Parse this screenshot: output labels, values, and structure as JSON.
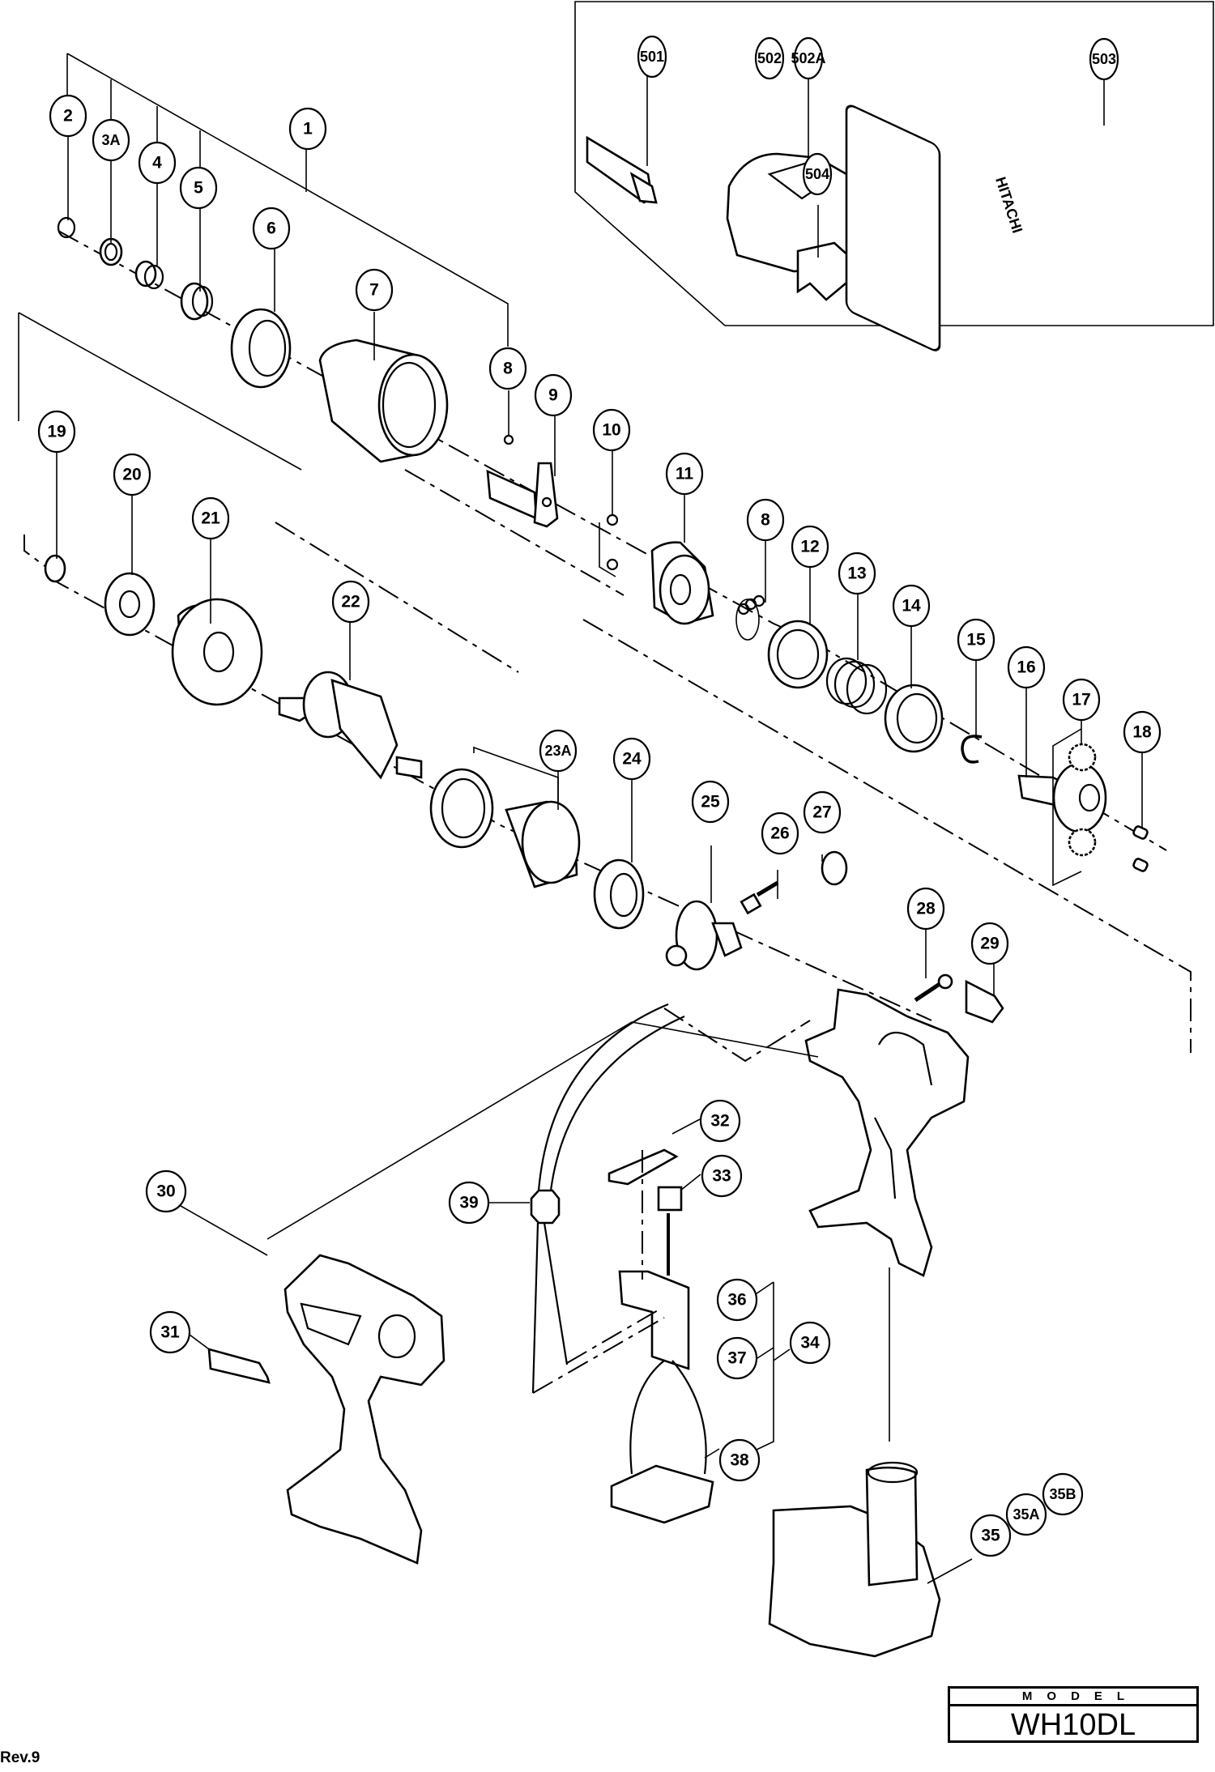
{
  "diagram": {
    "title": "Exploded parts diagram",
    "model_label": "MODEL",
    "model_value": "WH10DL",
    "revision": "Rev.9",
    "case_brand": "HITACHI",
    "callouts": [
      {
        "id": "1",
        "label": "1"
      },
      {
        "id": "2",
        "label": "2"
      },
      {
        "id": "3A",
        "label": "3A"
      },
      {
        "id": "4",
        "label": "4"
      },
      {
        "id": "5",
        "label": "5"
      },
      {
        "id": "6",
        "label": "6"
      },
      {
        "id": "7",
        "label": "7"
      },
      {
        "id": "8a",
        "label": "8"
      },
      {
        "id": "9",
        "label": "9"
      },
      {
        "id": "10",
        "label": "10"
      },
      {
        "id": "11",
        "label": "11"
      },
      {
        "id": "8b",
        "label": "8"
      },
      {
        "id": "12",
        "label": "12"
      },
      {
        "id": "13",
        "label": "13"
      },
      {
        "id": "14",
        "label": "14"
      },
      {
        "id": "15",
        "label": "15"
      },
      {
        "id": "16",
        "label": "16"
      },
      {
        "id": "17",
        "label": "17"
      },
      {
        "id": "18",
        "label": "18"
      },
      {
        "id": "19",
        "label": "19"
      },
      {
        "id": "20",
        "label": "20"
      },
      {
        "id": "21",
        "label": "21"
      },
      {
        "id": "22",
        "label": "22"
      },
      {
        "id": "23A",
        "label": "23A"
      },
      {
        "id": "24",
        "label": "24"
      },
      {
        "id": "25",
        "label": "25"
      },
      {
        "id": "26",
        "label": "26"
      },
      {
        "id": "27",
        "label": "27"
      },
      {
        "id": "28",
        "label": "28"
      },
      {
        "id": "29",
        "label": "29"
      },
      {
        "id": "30",
        "label": "30"
      },
      {
        "id": "31",
        "label": "31"
      },
      {
        "id": "32",
        "label": "32"
      },
      {
        "id": "33",
        "label": "33"
      },
      {
        "id": "34",
        "label": "34"
      },
      {
        "id": "35",
        "label": "35"
      },
      {
        "id": "35A",
        "label": "35A"
      },
      {
        "id": "35B",
        "label": "35B"
      },
      {
        "id": "36",
        "label": "36"
      },
      {
        "id": "37",
        "label": "37"
      },
      {
        "id": "38",
        "label": "38"
      },
      {
        "id": "39",
        "label": "39"
      },
      {
        "id": "501",
        "label": "501"
      },
      {
        "id": "502",
        "label": "502"
      },
      {
        "id": "502A",
        "label": "502A"
      },
      {
        "id": "503",
        "label": "503"
      },
      {
        "id": "504",
        "label": "504"
      }
    ]
  }
}
